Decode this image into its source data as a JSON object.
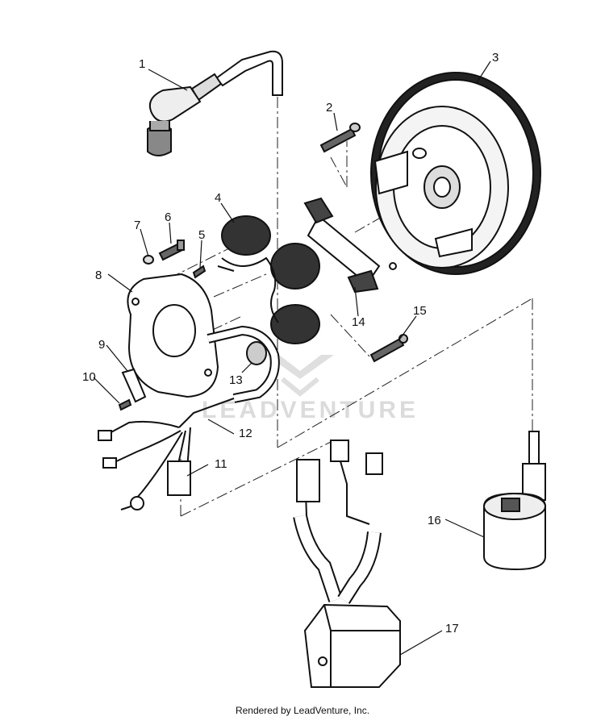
{
  "diagram": {
    "callouts": [
      {
        "id": "1",
        "label": "1"
      },
      {
        "id": "2",
        "label": "2"
      },
      {
        "id": "3",
        "label": "3"
      },
      {
        "id": "4",
        "label": "4"
      },
      {
        "id": "5",
        "label": "5"
      },
      {
        "id": "6",
        "label": "6"
      },
      {
        "id": "7",
        "label": "7"
      },
      {
        "id": "8",
        "label": "8"
      },
      {
        "id": "9",
        "label": "9"
      },
      {
        "id": "10",
        "label": "10"
      },
      {
        "id": "11",
        "label": "11"
      },
      {
        "id": "12",
        "label": "12"
      },
      {
        "id": "13",
        "label": "13"
      },
      {
        "id": "14",
        "label": "14"
      },
      {
        "id": "15",
        "label": "15"
      },
      {
        "id": "16",
        "label": "16"
      },
      {
        "id": "17",
        "label": "17"
      }
    ],
    "watermark": "LEADVENTURE"
  },
  "footer": {
    "text": "Rendered by LeadVenture, Inc."
  }
}
